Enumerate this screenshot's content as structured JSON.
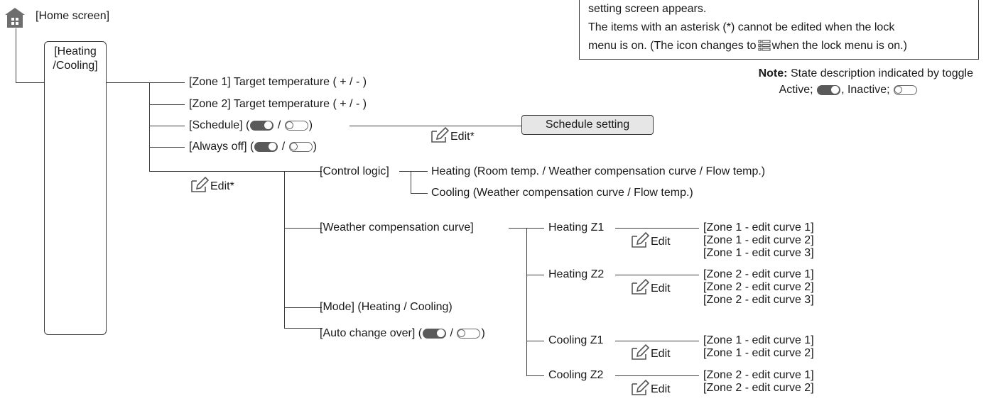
{
  "home": {
    "label": "[Home screen]",
    "icon": "home-icon"
  },
  "heating_cooling": {
    "line1": "[Heating",
    "line2": "/Cooling]"
  },
  "menu": {
    "zone1": "[Zone 1] Target temperature ( + / - )",
    "zone2": "[Zone 2] Target temperature ( + / - )",
    "schedule_label": "[Schedule] (",
    "always_off_label": "[Always off] (",
    "slash": " / ",
    "close": ")",
    "edit_star": "Edit*",
    "edit": "Edit",
    "schedule_setting": "Schedule setting"
  },
  "control_logic": {
    "label": "[Control logic]",
    "heating": "Heating (Room temp. / Weather compensation curve / Flow temp.)",
    "cooling": "Cooling (Weather compensation curve / Flow temp.)"
  },
  "weather": {
    "label": "[Weather compensation curve]",
    "heating_z1": "Heating Z1",
    "heating_z2": "Heating Z2",
    "cooling_z1": "Cooling Z1",
    "cooling_z2": "Cooling Z2",
    "hz1": [
      "[Zone 1 - edit curve 1]",
      "[Zone 1 - edit curve 2]",
      "[Zone 1 - edit curve 3]"
    ],
    "hz2": [
      "[Zone 2 - edit curve 1]",
      "[Zone 2 - edit curve 2]",
      "[Zone 2 - edit curve 3]"
    ],
    "cz1": [
      "[Zone 1 - edit curve 1]",
      "[Zone 1 - edit curve 2]"
    ],
    "cz2": [
      "[Zone 2 - edit curve 1]",
      "[Zone 2 - edit curve 2]"
    ]
  },
  "mode": {
    "label": "[Mode] (Heating / Cooling)"
  },
  "auto_change": {
    "label": "[Auto change over] ("
  },
  "notebox": {
    "line1": "setting screen appears.",
    "line2": "The items with an asterisk (*) cannot be edited when the lock",
    "line3a": "menu is on. (The icon changes to",
    "line3b": "when the lock menu is on.)"
  },
  "note": {
    "title": "Note:",
    "text": "State description indicated by toggle",
    "active": "Active;",
    "inactive": ", Inactive;"
  }
}
